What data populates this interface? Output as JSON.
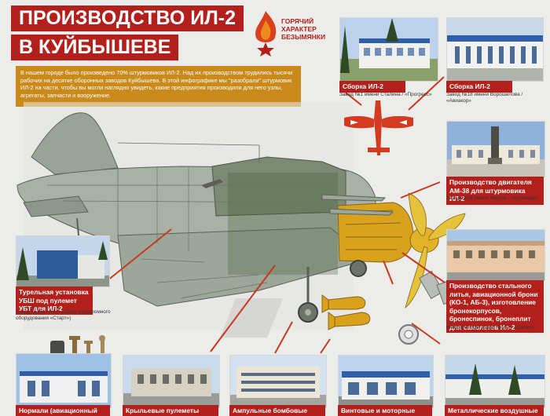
{
  "title": {
    "line1": "ПРОИЗВОДСТВО ИЛ-2",
    "line2": "В КУЙБЫШЕВЕ"
  },
  "logo": {
    "text_line1": "ГОРЯЧИЙ",
    "text_line2": "ХАРАКТЕР",
    "text_line3": "БЕЗЫМЯНКИ"
  },
  "intro": "В нашем городе  было произведено 70% штурмовиков ИЛ-2. Над их производством трудились тысячи рабочих на десятке оборонных заводов Куйбышева. В этой инфографике мы \"разобрали\" штурмовик ИЛ-2 на части, чтобы вы могли наглядно увидеть, какие предприятия производили для него узлы, агрегаты, запчасти и вооружение.",
  "factories": {
    "assembly1": {
      "label": "Сборка ИЛ-2",
      "caption": "Завод №1 имени Сталина / «Прогресс»"
    },
    "assembly2": {
      "label": "Сборка ИЛ-2",
      "caption": "Завод №18 имени Ворошилова / «Авиакор»"
    },
    "engine": {
      "label": "Производство двигателя АМ-38 для штурмовика ИЛ-2",
      "caption": "Завод №24 имени Фрунзе / «Кузнецов»"
    },
    "armor": {
      "label": "Производство стального литья, авиационной брони (КО-1, АБ-3), изготовление бронекорпусов, бронеспинок, бронеплит для самолетов Ил-2",
      "caption": "Механический завод №207 / «Салют»"
    },
    "turret": {
      "label": "Турельная установка УБШ под пулемет УБТ для ИЛ-2",
      "caption": "Завод №454 НКАП (завод аэродромного оборудования «Старт»)"
    }
  },
  "bottom_labels": {
    "b1": "Нормали (авиационный",
    "b2": "Крыльевые пулеметы «ШКАС»",
    "b3": "Ампульные бомбовые кассеты",
    "b4": "Винтовые и моторные",
    "b5": "Металлические воздушные"
  },
  "colors": {
    "accent_red": "#b3201b",
    "intro_bg": "#c98a1b",
    "engine_yellow": "#d9a21c",
    "background": "#ececea"
  }
}
